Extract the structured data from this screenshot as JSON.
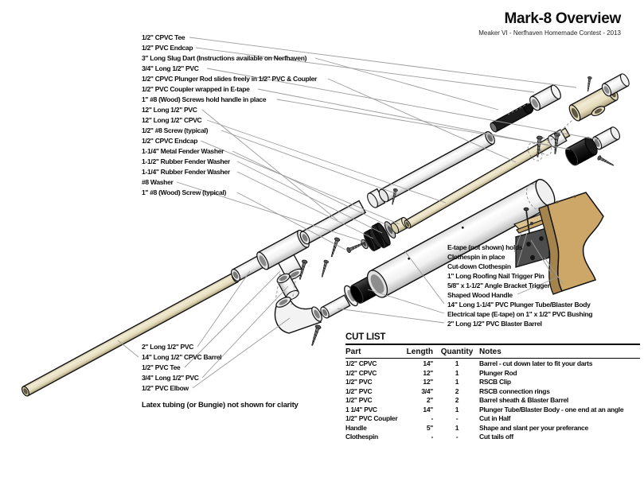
{
  "header": {
    "title": "Mark-8 Overview",
    "subtitle": "Meaker VI - Nerfhaven Homemade Contest - 2013"
  },
  "labels_left": [
    "1/2\" CPVC Tee",
    "1/2\" PVC Endcap",
    "3\" Long Slug Dart (Instructions available on Nerfhaven)",
    "3/4\" Long 1/2\" PVC",
    "1/2\" CPVC Plunger Rod slides freely in 1/2\" PVC & Coupler",
    "1/2\" PVC Coupler wrapped in E-tape",
    "1\" #8 (Wood) Screws hold handle in place",
    "12\" Long 1/2\" PVC",
    "12\" Long 1/2\" CPVC",
    "1/2\" #8 Screw (typical)",
    "1/2\" CPVC Endcap",
    "1-1/4\" Metal Fender Washer",
    "1-1/2\" Rubber Fender Washer",
    "1-1/4\" Rubber Fender Washer",
    "#8 Washer",
    "1\" #8 (Wood) Screw (typical)"
  ],
  "labels_right": [
    "E-tape (not shown) holds",
    "Clothespin in place",
    "Cut-down Clothespin",
    "1\" Long Roofing Nail Trigger Pin",
    "5/8\" x 1-1/2\" Angle Bracket Trigger",
    "Shaped Wood Handle",
    "14\" Long 1-1/4\" PVC Plunger Tube/Blaster Body",
    "Electrical tape (E-tape) on 1\" x 1/2\" PVC Bushing",
    "2\" Long 1/2\" PVC Blaster Barrel"
  ],
  "labels_bottom": [
    "2\" Long 1/2\" PVC",
    "14\" Long 1/2\" CPVC Barrel",
    "1/2\" PVC Tee",
    "3/4\" Long 1/2\" PVC",
    "1/2\" PVC Elbow"
  ],
  "note": "Latex tubing (or Bungie) not shown for clarity",
  "cut_list": {
    "title": "CUT LIST",
    "columns": [
      "Part",
      "Length",
      "Quantity",
      "Notes"
    ],
    "rows": [
      {
        "part": "1/2\" CPVC",
        "length": "14\"",
        "qty": "1",
        "notes": "Barrel - cut down later to fit your darts"
      },
      {
        "part": "1/2\" CPVC",
        "length": "12\"",
        "qty": "1",
        "notes": "Plunger Rod"
      },
      {
        "part": "1/2\" PVC",
        "length": "12\"",
        "qty": "1",
        "notes": "RSCB Clip"
      },
      {
        "part": "1/2\" PVC",
        "length": "3/4\"",
        "qty": "2",
        "notes": "RSCB connection rings"
      },
      {
        "part": "1/2\" PVC",
        "length": "2\"",
        "qty": "2",
        "notes": "Barrel sheath & Blaster Barrel"
      },
      {
        "part": "1 1/4\" PVC",
        "length": "14\"",
        "qty": "1",
        "notes": "Plunger Tube/Blaster Body - one end at an angle"
      },
      {
        "part": "1/2\" PVC Coupler",
        "length": "-",
        "qty": "-",
        "notes": "Cut in Half"
      },
      {
        "part": "Handle",
        "length": "5\"",
        "qty": "1",
        "notes": "Shape and slant per your preferance"
      },
      {
        "part": "Clothespin",
        "length": "-",
        "qty": "-",
        "notes": "Cut tails off"
      }
    ]
  },
  "colors": {
    "pipe_white": "#f6f6f4",
    "pipe_tan": "#e8e0c4",
    "rubber_black": "#151515",
    "metal_gray": "#bdbdbd",
    "handle_tan": "#cda768",
    "handle_shadow": "#a5834c",
    "bracket_gray": "#4d4d4d",
    "leader_gray": "#9b9b9b"
  }
}
